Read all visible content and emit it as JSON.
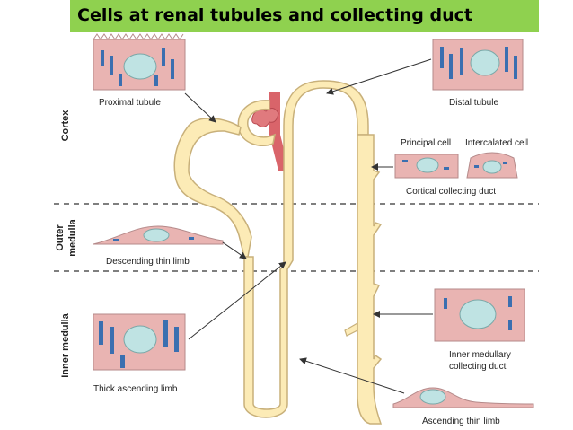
{
  "title": "Cells at renal tubules and collecting duct",
  "zones": {
    "cortex": "Cortex",
    "outer_medulla_1": "Outer",
    "outer_medulla_2": "medulla",
    "inner_medulla": "Inner medulla"
  },
  "labels": {
    "proximal_tubule": "Proximal tubule",
    "distal_tubule": "Distal tubule",
    "principal_cell": "Principal cell",
    "intercalated_cell": "Intercalated cell",
    "cortical_collecting_duct": "Cortical collecting duct",
    "descending_thin_limb": "Descending thin limb",
    "inner_medullary_1": "Inner medullary",
    "inner_medullary_2": "collecting duct",
    "thick_ascending_limb": "Thick ascending limb",
    "ascending_thin_limb": "Ascending thin limb"
  },
  "colors": {
    "title_bar": "#8fd14f",
    "tubule_fill": "#fcebb6",
    "tubule_stroke": "#c8b07a",
    "cell_fill": "#e9b4b2",
    "nucleus_fill": "#bfe3e3",
    "organelle": "#3b6fb0",
    "vessel": "#d9646a",
    "arrow": "#333333"
  }
}
